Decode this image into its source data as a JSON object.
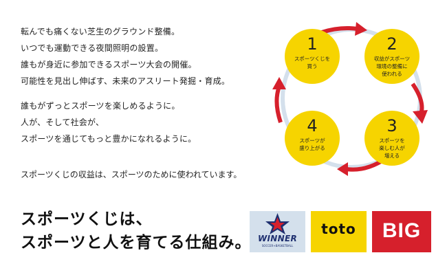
{
  "intro": {
    "paragraph1": [
      "転んでも痛くない芝生のグラウンド整備。",
      "いつでも運動できる夜間照明の設置。",
      "誰もが身近に参加できるスポーツ大会の開催。",
      "可能性を見出し伸ばす、未来のアスリート発掘・育成。"
    ],
    "paragraph2": [
      "誰もがずっとスポーツを楽しめるように。",
      "人が、そして社会が、",
      "スポーツを通じてもっと豊かになれるように。"
    ],
    "summary": "スポーツくじの収益は、スポーツのために使われています。"
  },
  "headline": {
    "line1": "スポーツくじは、",
    "line2": "スポーツと人を育てる仕組み。"
  },
  "cycle": {
    "steps": [
      {
        "number": "1",
        "label": "スポーツくじを\n買う"
      },
      {
        "number": "2",
        "label": "収益がスポーツ\n環境の整備に\n使われる"
      },
      {
        "number": "3",
        "label": "スポーツを\n楽しむ人が\n増える"
      },
      {
        "number": "4",
        "label": "スポーツが\n盛り上がる"
      }
    ],
    "colors": {
      "circle": "#f6d400",
      "arrow": "#d6202c",
      "ring": "#d4e0ec"
    }
  },
  "logos": {
    "winner": {
      "name": "WINNER",
      "sub": "SOCCER+BASKETBALL",
      "icon": "star-icon"
    },
    "toto": {
      "name": "toto"
    },
    "big": {
      "name": "BIG"
    }
  }
}
